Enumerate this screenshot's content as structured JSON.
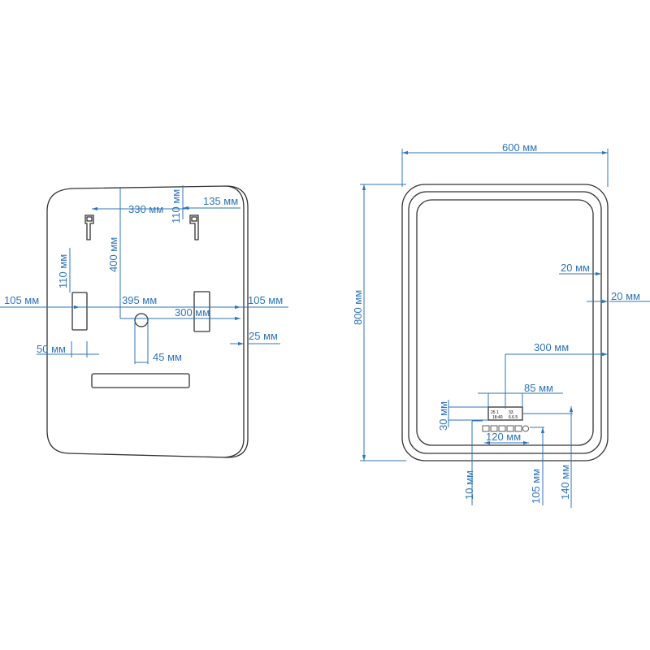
{
  "back_view": {
    "dims": {
      "hook_spacing": "330 мм",
      "hook_to_outlet_height": "400 мм",
      "hook_from_top": "110 мм",
      "hook_from_right": "135 мм",
      "bracket_from_top_offset": "110 мм",
      "left_margin": "105 мм",
      "bracket_spacing": "395 мм",
      "right_margin": "105 мм",
      "outlet_from_right": "300 мм",
      "thickness": "25 мм",
      "bracket_width": "50 мм",
      "outlet_diameter": "45 мм"
    }
  },
  "front_view": {
    "dims": {
      "width": "600 мм",
      "height": "800 мм",
      "frame_inset": "20 мм",
      "frame_edge": "20 мм",
      "display_from_right": "300 мм",
      "display_width": "85 мм",
      "display_height": "30 мм",
      "buttons_width": "120 мм",
      "buttons_from_bottom": "10 мм",
      "buttons_offset": "105 мм",
      "display_from_bottom": "140 мм"
    },
    "display_text": [
      "25 1",
      "33",
      "18:40",
      "6.6.5"
    ]
  },
  "colors": {
    "dimension": "#2f74b8",
    "outline": "#333333"
  }
}
